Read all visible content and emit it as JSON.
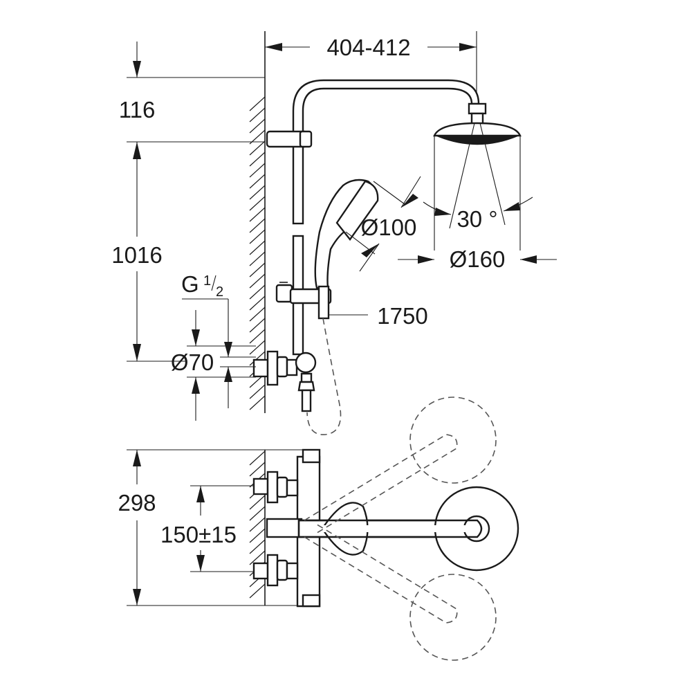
{
  "dimensions": {
    "arm_length": "404-412",
    "top_offset": "116",
    "rail_height": "1016",
    "thread_g": "G",
    "thread_num": "1",
    "thread_den": "2",
    "escutcheon_diameter": "Ø70",
    "hand_shower_diameter": "Ø100",
    "head_shower_diameter": "Ø160",
    "spray_angle": "30 °",
    "hose_length": "1750",
    "mixer_depth": "298",
    "inlet_spacing": "150±15"
  },
  "colors": {
    "line": "#1a1a1a",
    "dashed": "#555555",
    "background": "#ffffff"
  }
}
